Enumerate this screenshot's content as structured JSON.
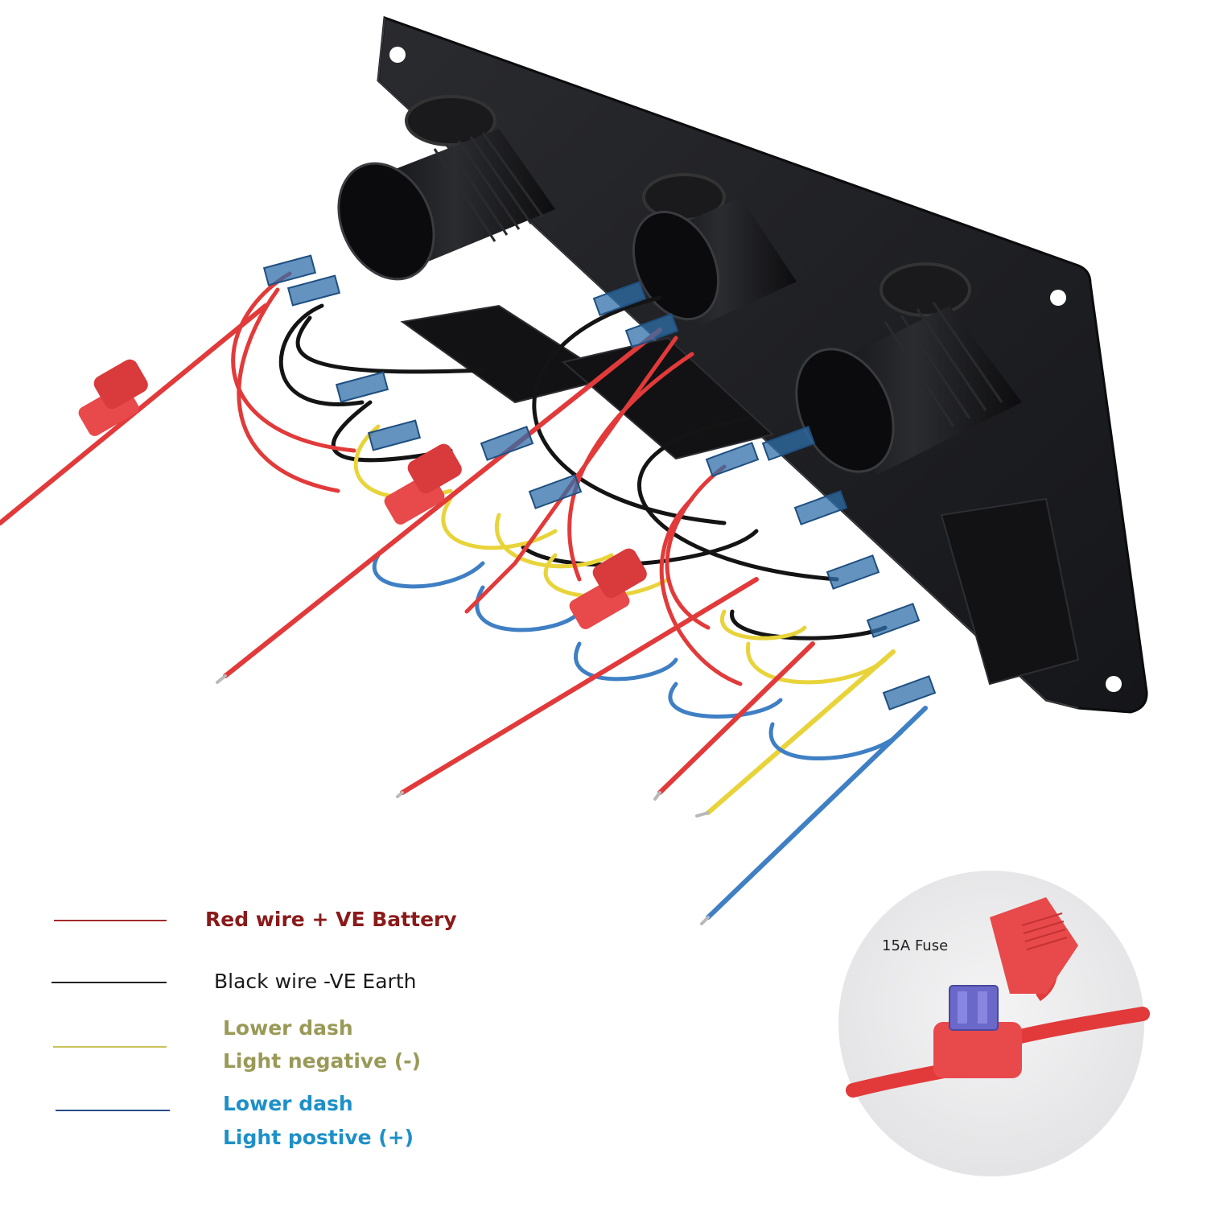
{
  "legend": {
    "red": {
      "label": "Red wire + VE Battery",
      "color": "#8b1a1a",
      "line_color": "#a52a2a"
    },
    "black": {
      "label": "Black wire -VE Earth",
      "color": "#1a1a1a",
      "line_color": "#222222"
    },
    "yellow": {
      "line1": "Lower dash",
      "line2": "Light negative (-)",
      "color": "#9a9a58",
      "line_color": "#c9c35a"
    },
    "blue": {
      "line1": "Lower dash",
      "line2": "Light postive (+)",
      "color": "#1e90c8",
      "line_color": "#2a4b8d"
    }
  },
  "fuse_inset": {
    "label": "15A Fuse"
  },
  "colors": {
    "panel": "#1c1d20",
    "wire_red": "#e23a3a",
    "wire_black": "#141414",
    "wire_yellow": "#e8d43a",
    "wire_blue": "#3f7fc4",
    "connector": "#2f6fa8",
    "fuse_holder": "#e8494a"
  }
}
